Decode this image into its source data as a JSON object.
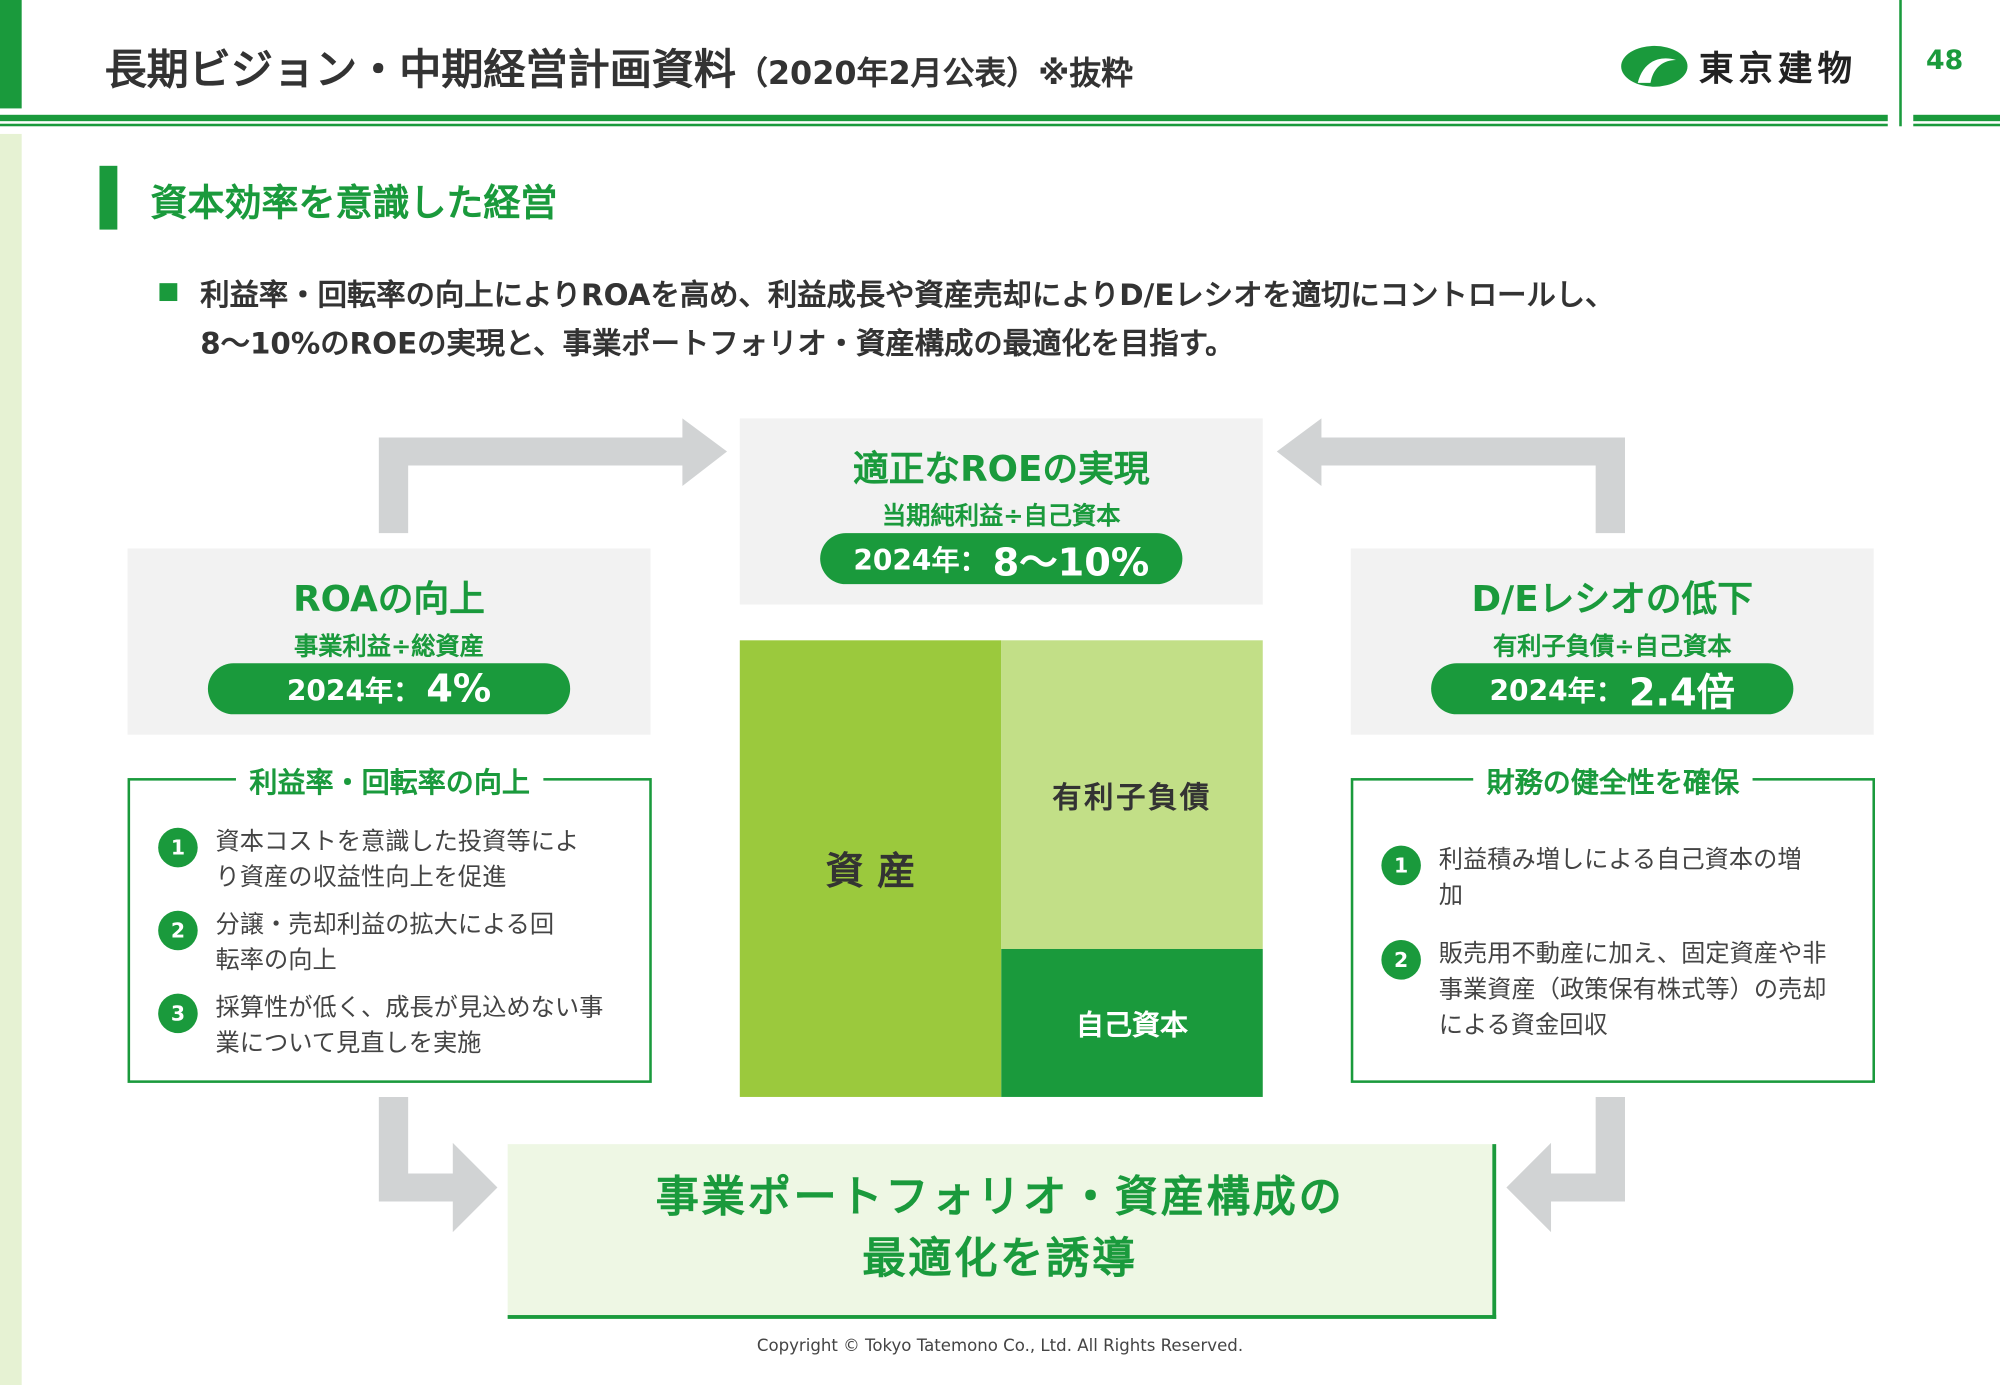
{
  "header": {
    "title_main": "長期ビジョン・中期経営計画資料",
    "title_sub": "（2020年2月公表）※抜粋",
    "logo_text": "東京建物",
    "page_number": "48"
  },
  "section": {
    "heading": "資本効率を意識した経営",
    "bullet_line1": "利益率・回転率の向上によりROAを高め、利益成長や資産売却によりD/Eレシオを適切にコントロールし、",
    "bullet_line2": "8〜10%のROEの実現と、事業ポートフォリオ・資産構成の最適化を目指す。"
  },
  "roe": {
    "title": "適正なROEの実現",
    "formula": "当期純利益÷自己資本",
    "year_label": "2024年：",
    "value": "8〜10%"
  },
  "roa": {
    "title": "ROAの向上",
    "formula": "事業利益÷総資産",
    "year_label": "2024年：",
    "value": "4%"
  },
  "de": {
    "title": "D/Eレシオの低下",
    "formula": "有利子負債÷自己資本",
    "year_label": "2024年：",
    "value": "2.4倍"
  },
  "left_panel": {
    "title": "利益率・回転率の向上",
    "items": [
      {
        "num": "1",
        "text": "資本コストを意識した投資等により資産の収益性向上を促進"
      },
      {
        "num": "2",
        "text": "分譲・売却利益の拡大による回転率の向上"
      },
      {
        "num": "3",
        "text": "採算性が低く、成長が見込めない事業について見直しを実施"
      }
    ]
  },
  "right_panel": {
    "title": "財務の健全性を確保",
    "items": [
      {
        "num": "1",
        "text": "利益積み増しによる自己資本の増加"
      },
      {
        "num": "2",
        "text": "販売用不動産に加え、固定資産や非事業資産（政策保有株式等）の売却による資金回収"
      }
    ]
  },
  "balance": {
    "assets": "資 産",
    "debt": "有利子負債",
    "equity": "自己資本",
    "colors": {
      "assets": "#9bc93d",
      "debt": "#c2df87",
      "equity": "#1a9a3c"
    }
  },
  "bottom": {
    "line1": "事業ポートフォリオ・資産構成の",
    "line2": "最適化を誘導"
  },
  "footer": {
    "copyright": "Copyright © Tokyo Tatemono Co., Ltd. All Rights Reserved."
  }
}
